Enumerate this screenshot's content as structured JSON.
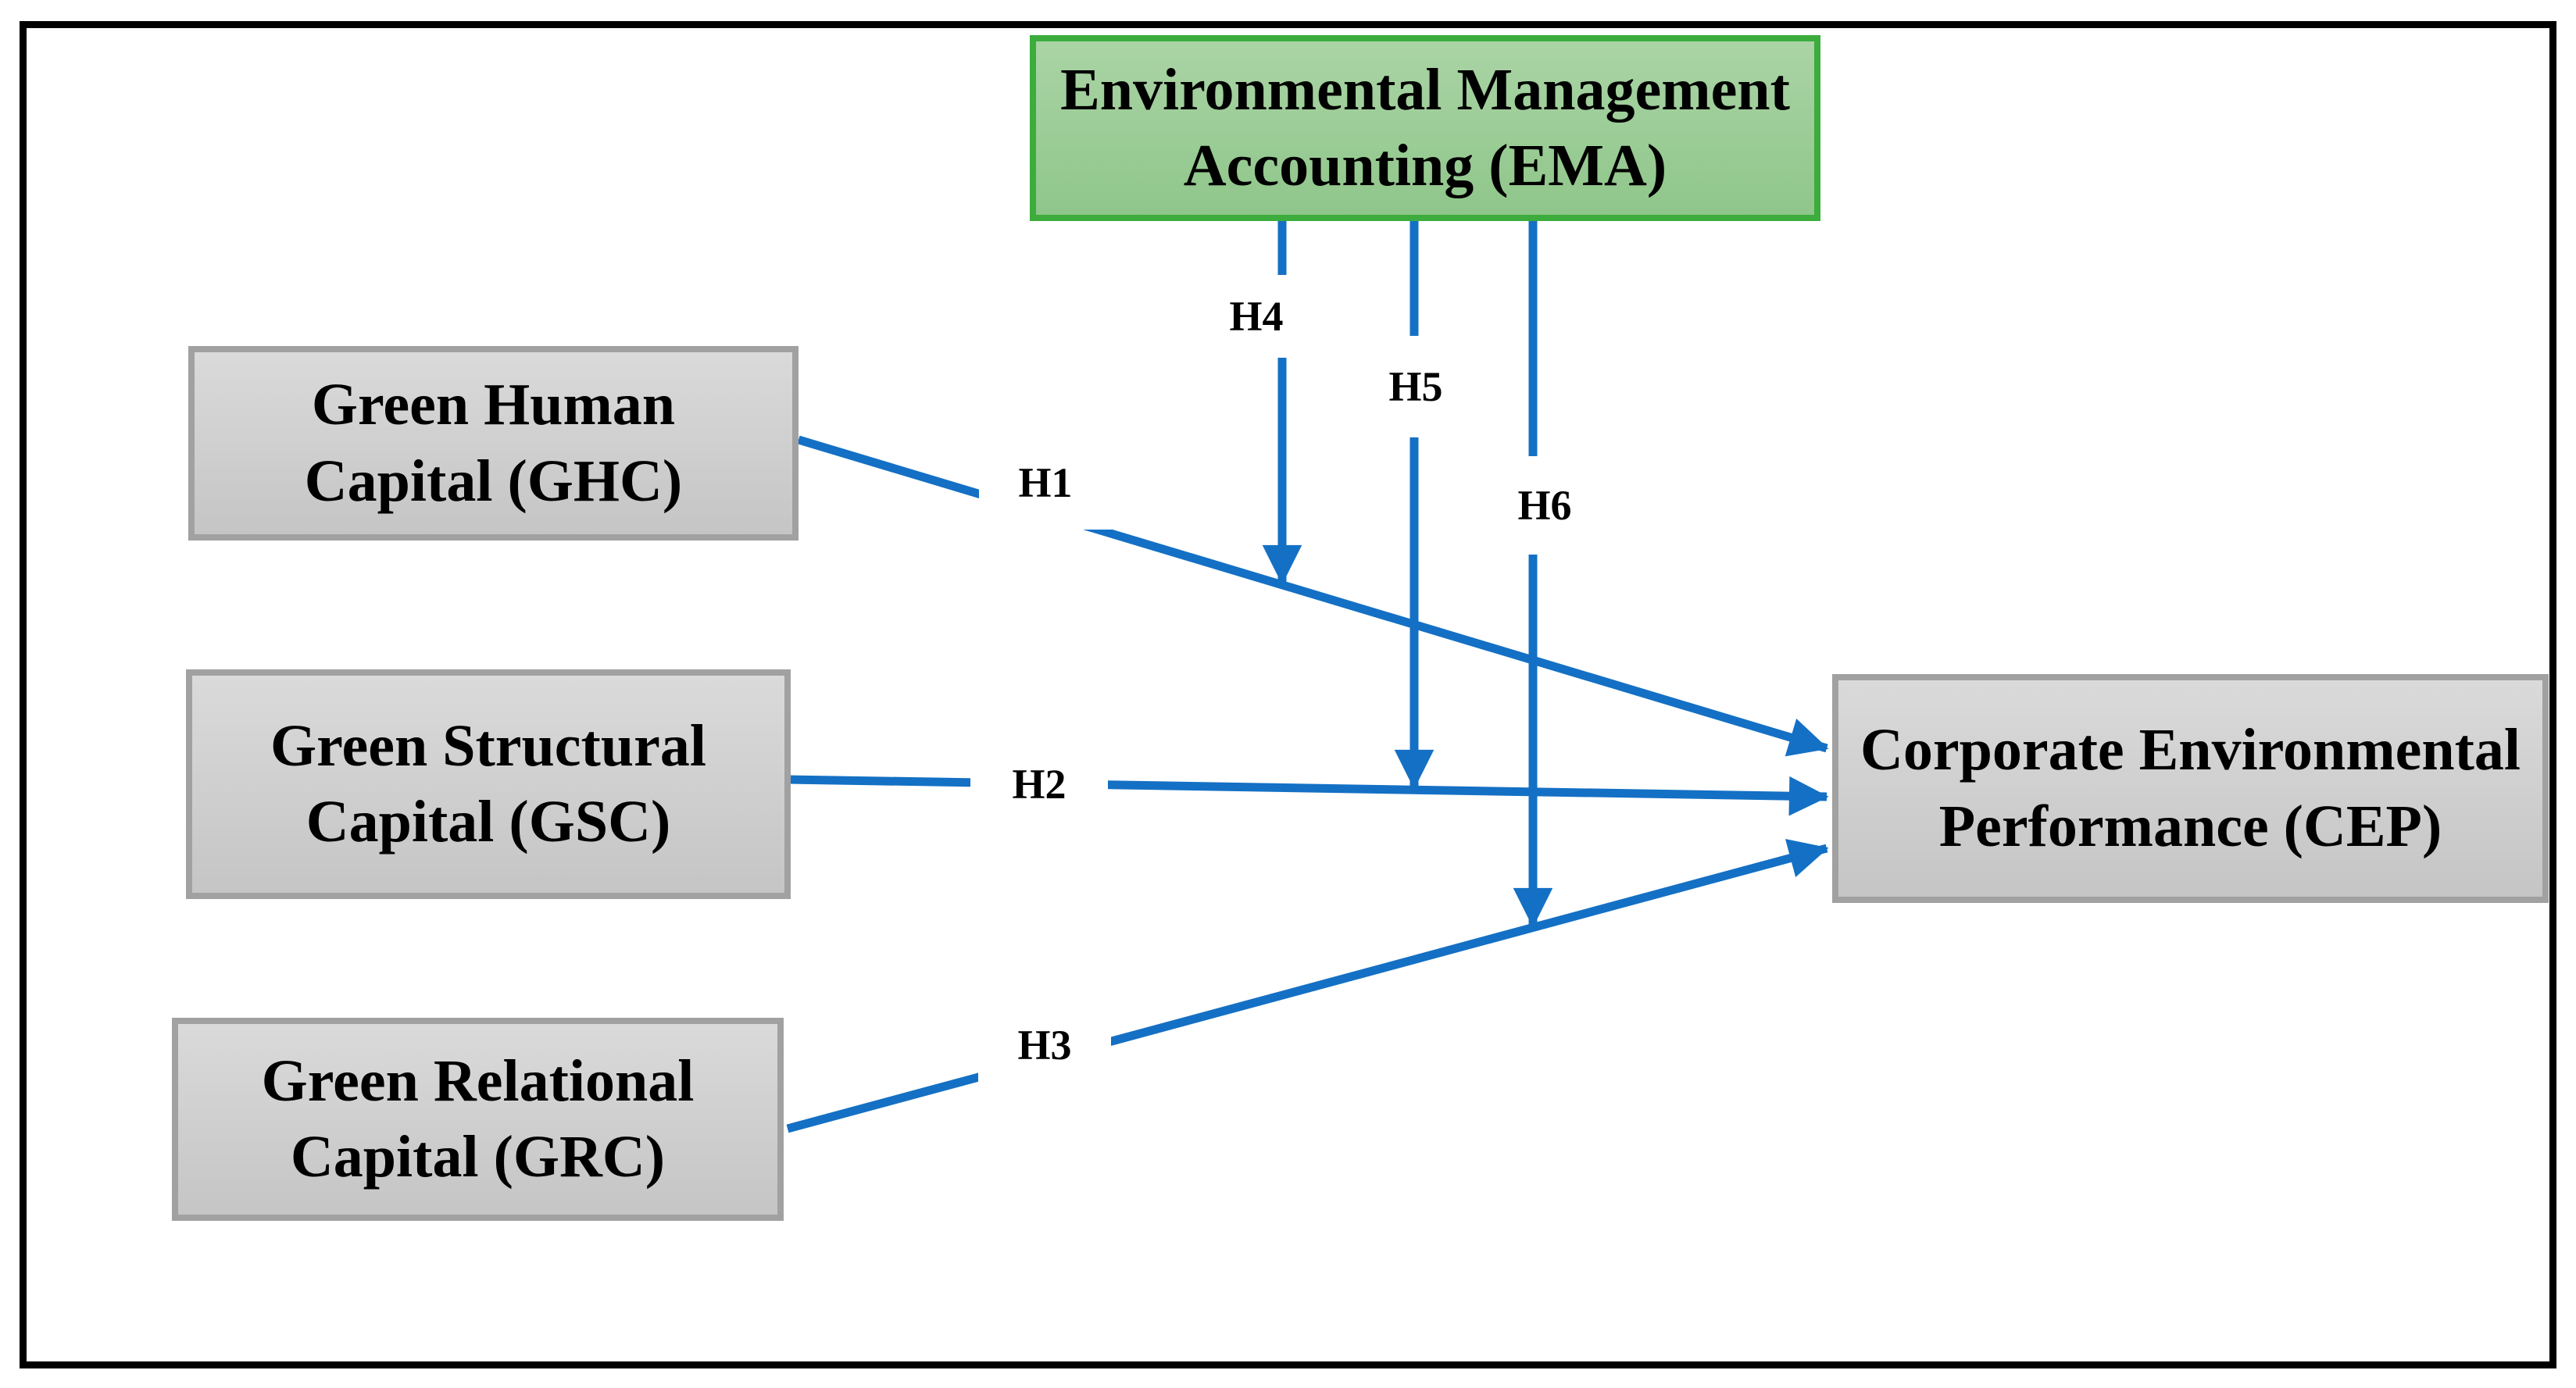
{
  "nodes": {
    "ema": {
      "line1": "Environmental Management",
      "line2": "Accounting (EMA)"
    },
    "ghc": {
      "line1": "Green Human",
      "line2": "Capital (GHC)"
    },
    "gsc": {
      "line1": "Green Structural",
      "line2": "Capital (GSC)"
    },
    "grc": {
      "line1": "Green Relational",
      "line2": "Capital (GRC)"
    },
    "cep": {
      "line1": "Corporate Environmental",
      "line2": "Performance (CEP)"
    }
  },
  "hypothesis_labels": {
    "h1": "H1",
    "h2": "H2",
    "h3": "H3",
    "h4": "H4",
    "h5": "H5",
    "h6": "H6"
  },
  "edges": [
    {
      "id": "H1",
      "from": "GHC",
      "to": "CEP"
    },
    {
      "id": "H2",
      "from": "GSC",
      "to": "CEP"
    },
    {
      "id": "H3",
      "from": "GRC",
      "to": "CEP"
    },
    {
      "id": "H4",
      "from": "EMA",
      "to": "H1 path (moderation)"
    },
    {
      "id": "H5",
      "from": "EMA",
      "to": "H2 path (moderation)"
    },
    {
      "id": "H6",
      "from": "EMA",
      "to": "H3 path (moderation)"
    }
  ],
  "colors": {
    "arrow": "#1470c4",
    "green-fill-top": "#aad4a5",
    "green-fill-bottom": "#8fc68a",
    "green-border": "#3cac3c",
    "gray-fill-top": "#dadada",
    "gray-fill-bottom": "#c5c5c5",
    "gray-border": "#a1a1a1",
    "frame-border": "#000000",
    "background": "#ffffff",
    "text": "#000000"
  }
}
